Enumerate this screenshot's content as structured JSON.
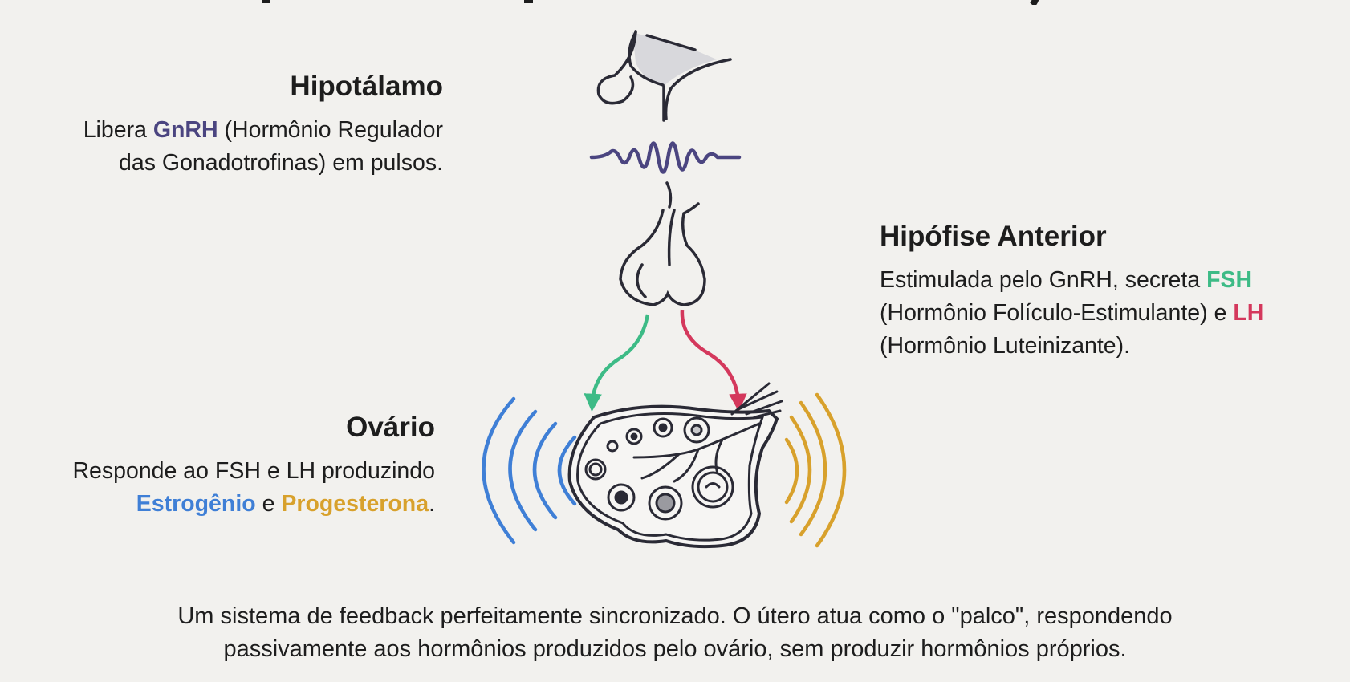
{
  "colors": {
    "gnrh": "#4b4580",
    "fsh": "#3dbb86",
    "lh": "#d4385c",
    "estrogen": "#3f7fd6",
    "progesterone": "#d8a12c",
    "ink": "#2a2a35",
    "background": "#f2f1ee"
  },
  "hypothalamus": {
    "title": "Hipotálamo",
    "line1_pre": "Libera ",
    "line1_hl": "GnRH",
    "line1_post": " (Hormônio Regulador",
    "line2": "das Gonadotrofinas) em pulsos."
  },
  "pituitary": {
    "title": "Hipófise Anterior",
    "line1_pre": "Estimulada pelo GnRH, secreta ",
    "line1_hl": "FSH",
    "line2_pre": "(Hormônio Folículo-Estimulante) e ",
    "line2_hl": "LH",
    "line3": "(Hormônio Luteinizante)."
  },
  "ovary": {
    "title": "Ovário",
    "line1": "Responde ao FSH e LH produzindo",
    "hl1": "Estrogênio",
    "mid": " e ",
    "hl2": "Progesterona",
    "end": "."
  },
  "caption": {
    "line1": "Um sistema de feedback perfeitamente sincronizado. O útero atua como o \"palco\", respondendo",
    "line2": "passivamente aos hormônios produzidos pelo ovário, sem produzir hormônios próprios."
  },
  "icons": [
    "hypothalamus-icon",
    "gnrh-pulse-icon",
    "pituitary-gland-icon",
    "fsh-arrow-icon",
    "lh-arrow-icon",
    "ovary-icon",
    "estrogen-waves-icon",
    "progesterone-waves-icon"
  ]
}
